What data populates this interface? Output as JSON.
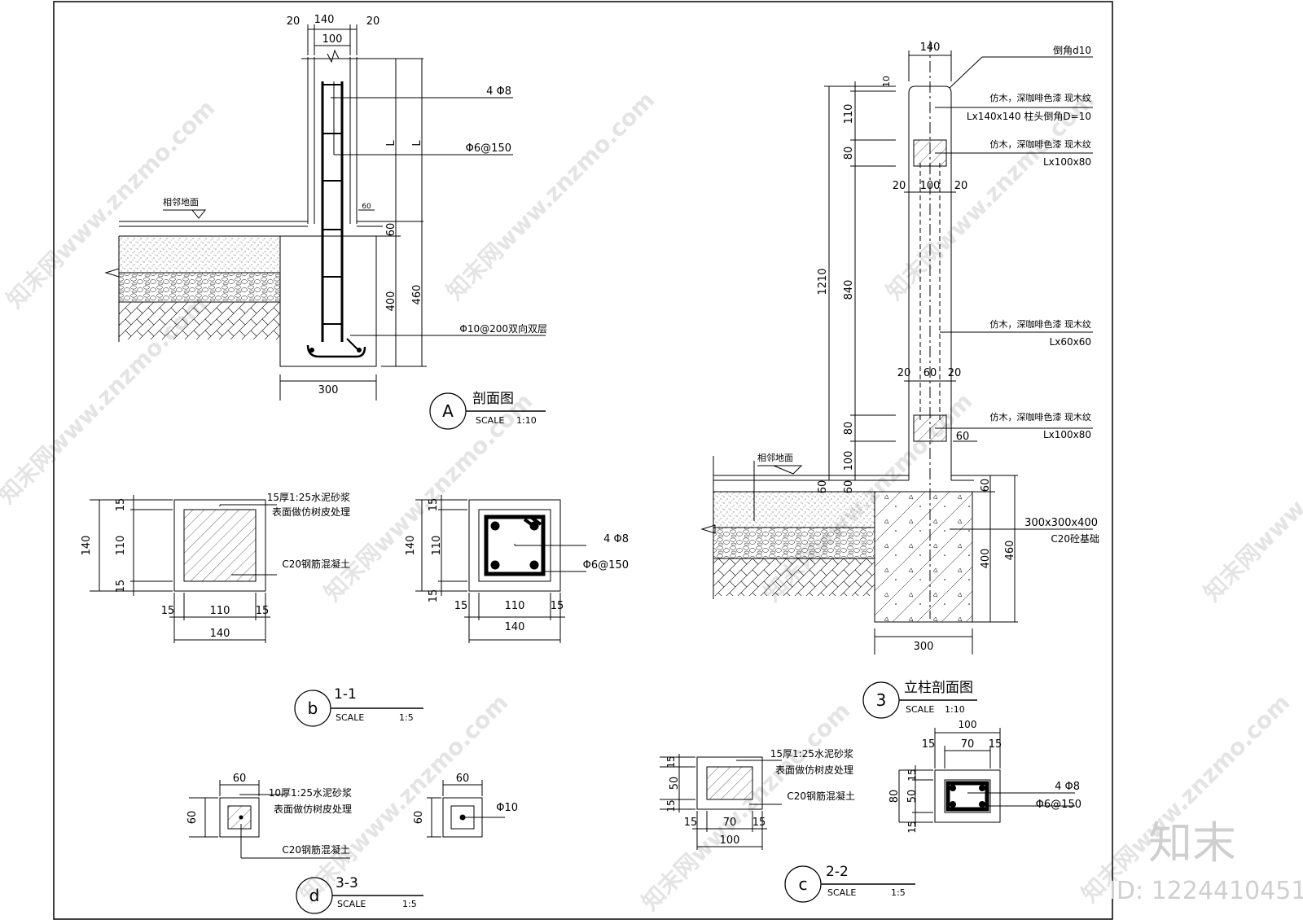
{
  "watermark": {
    "site": "知末网www.znzmo.com",
    "brand": "知末",
    "id_label": "ID: 1224410451"
  },
  "detail_a": {
    "dims": {
      "top_w": "140",
      "side_l": "20",
      "side_r": "20",
      "inner": "100",
      "l1": "L",
      "l2": "L",
      "d60a": "60",
      "d400": "400",
      "d460": "460",
      "top60": "60",
      "base": "300"
    },
    "labels": {
      "rebar": "4 Φ8",
      "stirrup": "Φ6@150",
      "ground": "相邻地面",
      "base_rebar": "Φ10@200双向双层"
    },
    "title": {
      "num": "A",
      "name": "剖面图",
      "scale_label": "SCALE",
      "scale": "1:10"
    }
  },
  "detail_b": {
    "left": {
      "d15a": "15",
      "d110": "110",
      "d15b": "15",
      "d140": "140",
      "w15a": "15",
      "w110": "110",
      "w15b": "15",
      "w140": "140",
      "note1": "15厚1:25水泥砂浆",
      "note2": "表面做仿树皮处理",
      "note3": "C20钢筋混凝土"
    },
    "right": {
      "d15a": "15",
      "d110": "110",
      "d15b": "15",
      "d140": "140",
      "w15a": "15",
      "w110": "110",
      "w15b": "15",
      "w140": "140",
      "note1": "4 Φ8",
      "note2": "Φ6@150"
    },
    "title": {
      "num": "b",
      "name": "1-1",
      "scale_label": "SCALE",
      "scale": "1:5"
    }
  },
  "detail_d": {
    "left": {
      "w60": "60",
      "h60": "60",
      "note1": "10厚1:25水泥砂浆",
      "note2": "表面做仿树皮处理",
      "note3": "C20钢筋混凝土"
    },
    "right": {
      "w60": "60",
      "h60": "60",
      "note1": "Φ10"
    },
    "title": {
      "num": "d",
      "name": "3-3",
      "scale_label": "SCALE",
      "scale": "1:5"
    }
  },
  "detail_3": {
    "dims": {
      "top140": "140",
      "d10": "10",
      "d110": "110",
      "d80a": "80",
      "d840": "840",
      "d1210": "1210",
      "d80b": "80",
      "d100": "100",
      "g60a": "60",
      "g60b": "60",
      "w20a": "20",
      "w100": "100",
      "w20b": "20",
      "v20a": "20",
      "v60": "60",
      "v20b": "20",
      "side60": "60",
      "r60": "60",
      "r400": "400",
      "r460": "460",
      "base300": "300"
    },
    "labels": {
      "chamfer": "倒角d10",
      "post_note1": "仿木，深咖啡色漆  现木纹",
      "post_note2": "Lx140x140  柱头倒角D=10",
      "rail1_note1": "仿木，深咖啡色漆  现木纹",
      "rail1_note2": "Lx100x80",
      "mid_note1": "仿木，深咖啡色漆  现木纹",
      "mid_note2": "Lx60x60",
      "rail2_note1": "仿木，深咖啡色漆  现木纹",
      "rail2_note2": "Lx100x80",
      "ground": "相邻地面",
      "footing1": "300x300x400",
      "footing2": "C20砼基础"
    },
    "title": {
      "num": "3",
      "name": "立柱剖面图",
      "scale_label": "SCALE",
      "scale": "1:10"
    }
  },
  "detail_c": {
    "left": {
      "h15a": "15",
      "h50": "50",
      "h15b": "15",
      "w15a": "15",
      "w70": "70",
      "w15b": "15",
      "w100": "100",
      "note1": "15厚1:25水泥砂浆",
      "note2": "表面做仿树皮处理",
      "note3": "C20钢筋混凝土"
    },
    "right": {
      "top100": "100",
      "w15a": "15",
      "w70": "70",
      "w15b": "15",
      "h15a": "15",
      "h50": "50",
      "h15b": "15",
      "h80": "80",
      "note1": "4 Φ8",
      "note2": "Φ6@150"
    },
    "title": {
      "num": "c",
      "name": "2-2",
      "scale_label": "SCALE",
      "scale": "1:5"
    }
  }
}
